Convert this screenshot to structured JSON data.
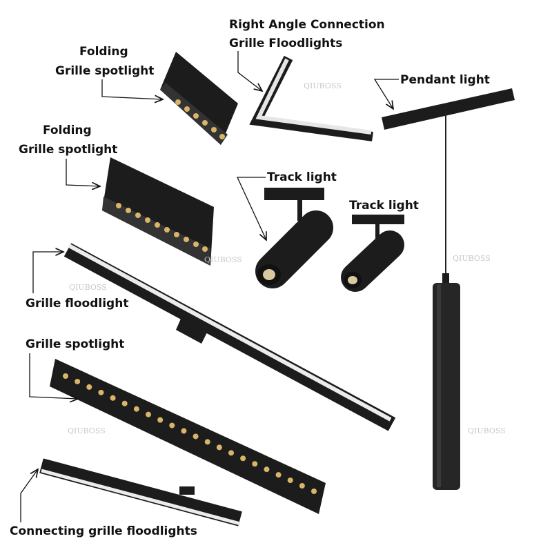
{
  "labels": {
    "folding_1": [
      "Folding",
      "Grille spotlight"
    ],
    "right_angle": [
      "Right Angle Connection",
      "Grille Floodlights"
    ],
    "pendant": "Pendant light",
    "folding_2": [
      "Folding",
      "Grille spotlight"
    ],
    "track_1": "Track light",
    "track_2": "Track light",
    "grille_floodlight": "Grille floodlight",
    "grille_spotlight": "Grille spotlight",
    "connecting": "Connecting grille floodlights"
  },
  "watermark": "QIUBOSS",
  "colors": {
    "fixture": "#1c1c1c",
    "diffuser": "#e8e8e8",
    "led": "#d9b56a",
    "background": "#ffffff"
  }
}
